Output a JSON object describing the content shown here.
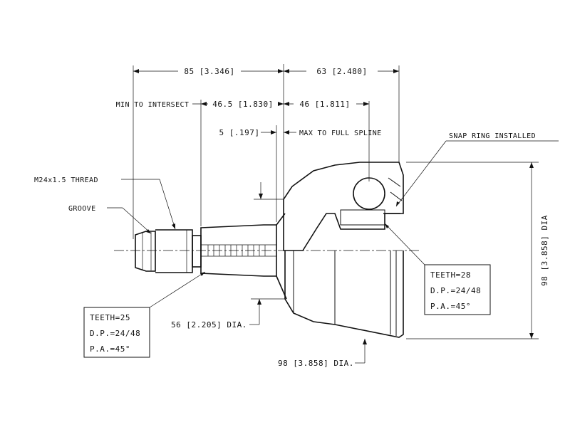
{
  "dimensions": {
    "overall_left": "85 [3.346]",
    "overall_right": "63 [2.480]",
    "min_intersect_label": "MIN TO INTERSECT",
    "min_intersect_value": "46.5 [1.830]",
    "max_spline_value": "46 [1.811]",
    "small_offset": "5 [.197]",
    "max_spline_label": "MAX TO FULL SPLINE",
    "shaft_dia": "56 [2.205] DIA.",
    "housing_dia": "98 [3.858] DIA.",
    "vertical_dia": "98 [3.858] DIA"
  },
  "callouts": {
    "thread": "M24x1.5 THREAD",
    "groove": "GROOVE",
    "snap_ring": "SNAP RING INSTALLED"
  },
  "spec_left": {
    "teeth": "TEETH=25",
    "dp": "D.P.=24/48",
    "pa": "P.A.=45°"
  },
  "spec_right": {
    "teeth": "TEETH=28",
    "dp": "D.P.=24/48",
    "pa": "P.A.=45°"
  }
}
